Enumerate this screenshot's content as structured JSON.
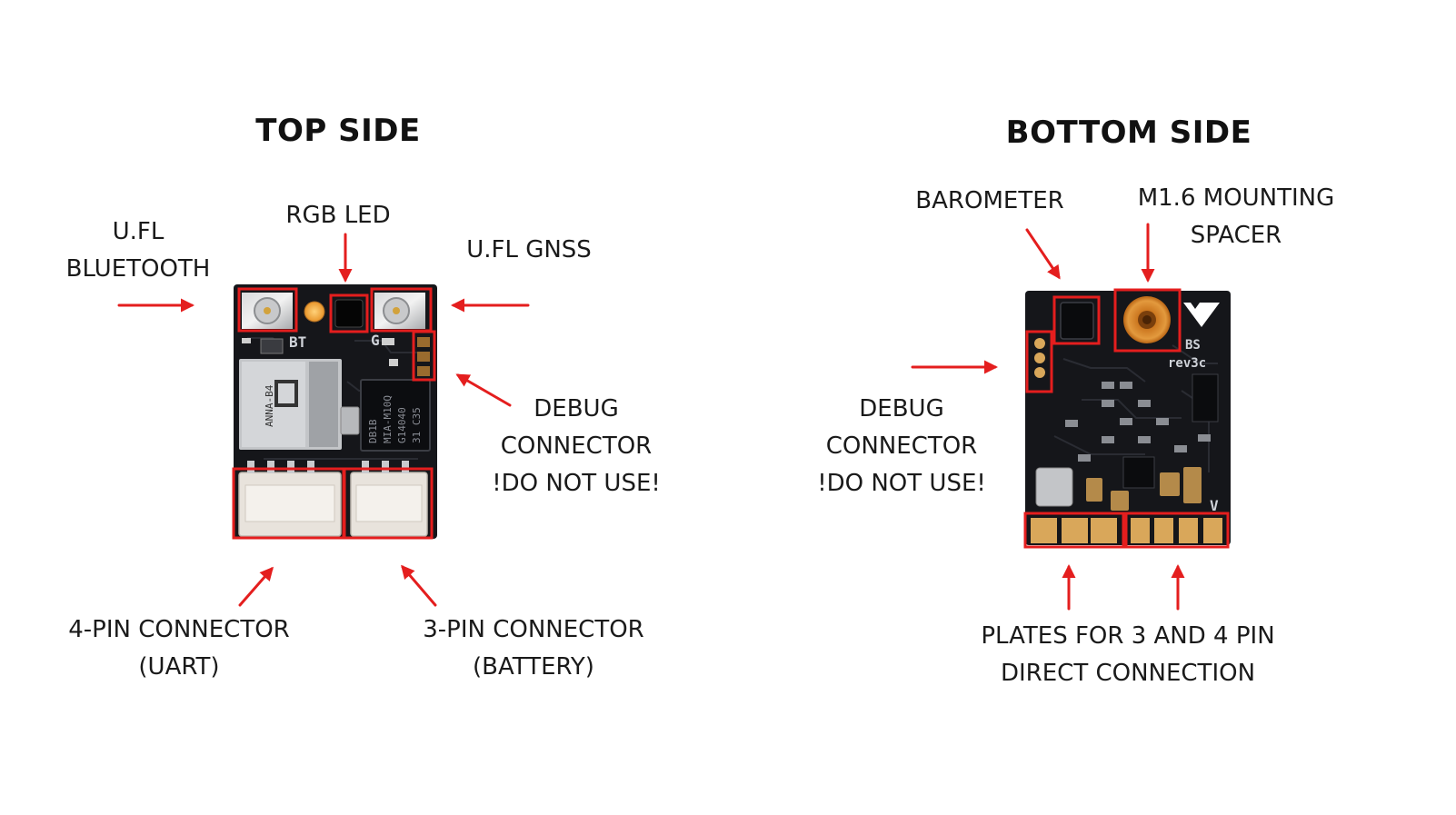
{
  "top_side": {
    "title": "TOP SIDE",
    "labels": {
      "ufl_bluetooth": [
        "U.FL",
        "BLUETOOTH"
      ],
      "rgb_led": [
        "RGB LED"
      ],
      "ufl_gnss": [
        "U.FL GNSS"
      ],
      "debug_connector": [
        "DEBUG",
        "CONNECTOR",
        "!DO NOT USE!"
      ],
      "four_pin": [
        "4-PIN CONNECTOR",
        "(UART)"
      ],
      "three_pin": [
        "3-PIN CONNECTOR",
        "(BATTERY)"
      ]
    },
    "board_marks": [
      "BT",
      "G",
      "ANNA-B4",
      "DB1B",
      "MIA-M10Q",
      "G14040",
      "31 C35"
    ]
  },
  "bottom_side": {
    "title": "BOTTOM SIDE",
    "labels": {
      "barometer": [
        "BAROMETER"
      ],
      "mounting_spacer": [
        "M1.6 MOUNTING",
        "SPACER"
      ],
      "debug_connector": [
        "DEBUG",
        "CONNECTOR",
        "!DO NOT USE!"
      ],
      "plates": [
        "PLATES FOR 3 AND 4 PIN",
        "DIRECT CONNECTION"
      ]
    },
    "board_marks": [
      "BS",
      "rev3c",
      "V"
    ]
  },
  "colors": {
    "annotation": "#e41e1e",
    "pcb": "#15161a",
    "connector": "#e8e3dc",
    "gold_pad": "#d9a75a"
  }
}
